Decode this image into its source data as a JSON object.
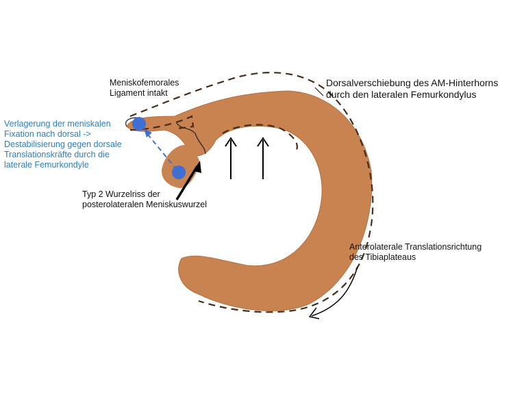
{
  "labels": {
    "mfl": "Meniskofemorales\nLigament intakt",
    "dorsal": "Dorsalverschiebung des AM-Hinterhorns\ndurch den lateralen Femurkondylus",
    "fixation": "Verlagerung der meniskalen\nFixation nach dorsal ->\nDestabilisierung gegen dorsale\nTranslationskräfte durch die\nlaterale Femurkondyle",
    "root_tear": "Typ 2 Wurzelriss der\nposterolateralen Meniskuswurzel",
    "translation": "Anterolaterale Translationsrichtung\ndes Tibiaplateaus"
  },
  "colors": {
    "meniscus": "#c98350",
    "fixation_point": "#3f6fd0",
    "blue_text": "#2d7ec0"
  }
}
